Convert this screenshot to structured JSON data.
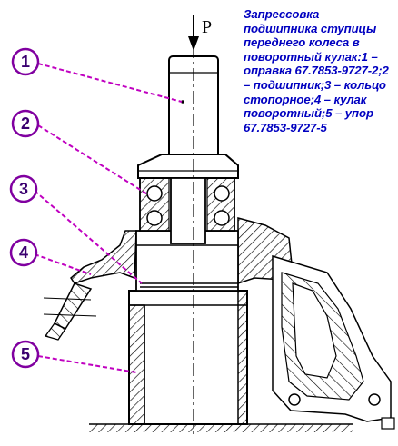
{
  "caption": "Запрессовка подшипника ступицы переднего колеса в поворотный кулак:1 – оправка 67.7853-9727-2;2 – подшипник;3 – кольцо стопорное;4 – кулак поворотный;5 – упор 67.7853-9727-5",
  "force_label": "P",
  "callouts": [
    {
      "number": "1"
    },
    {
      "number": "2"
    },
    {
      "number": "3"
    },
    {
      "number": "4"
    },
    {
      "number": "5"
    }
  ],
  "colors": {
    "callout_line": "#c000c0",
    "callout_ring": "#8000a0",
    "caption_text": "#0000c0",
    "hatch": "#000000",
    "background": "#ffffff"
  }
}
